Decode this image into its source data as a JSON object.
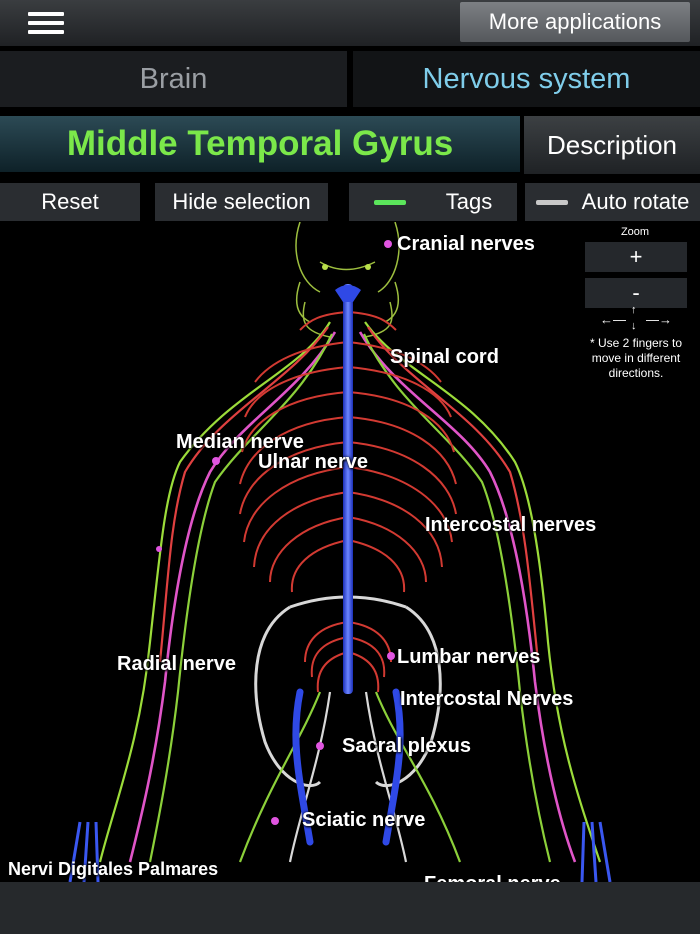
{
  "header": {
    "more_apps_label": "More applications"
  },
  "tabs": [
    {
      "label": "Brain"
    },
    {
      "label": "Nervous system"
    }
  ],
  "selection": {
    "title": "Middle Temporal Gyrus",
    "description_label": "Description"
  },
  "toolbar": {
    "reset_label": "Reset",
    "hide_selection_label": "Hide selection",
    "tags_label": "Tags",
    "auto_rotate_label": "Auto rotate",
    "tags_indicator_color": "#5be55b",
    "auto_rotate_indicator_color": "#c8c8c8"
  },
  "zoom": {
    "caption": "Zoom",
    "plus_label": "+",
    "minus_label": "-",
    "hint": "* Use 2 fingers to move in different directions."
  },
  "tags": [
    "Cranial nerves",
    "Spinal cord",
    "Median nerve",
    "Ulnar nerve",
    "Intercostal nerves",
    "Radial nerve",
    "Lumbar nerves",
    "Intercostal Nerves",
    "Sacral plexus",
    "Sciatic nerve",
    "Nervi Digitales Palmares",
    "Femoral nerve"
  ],
  "colors": {
    "title_green": "#7be84a",
    "tab_active_blue": "#7fcdea"
  }
}
